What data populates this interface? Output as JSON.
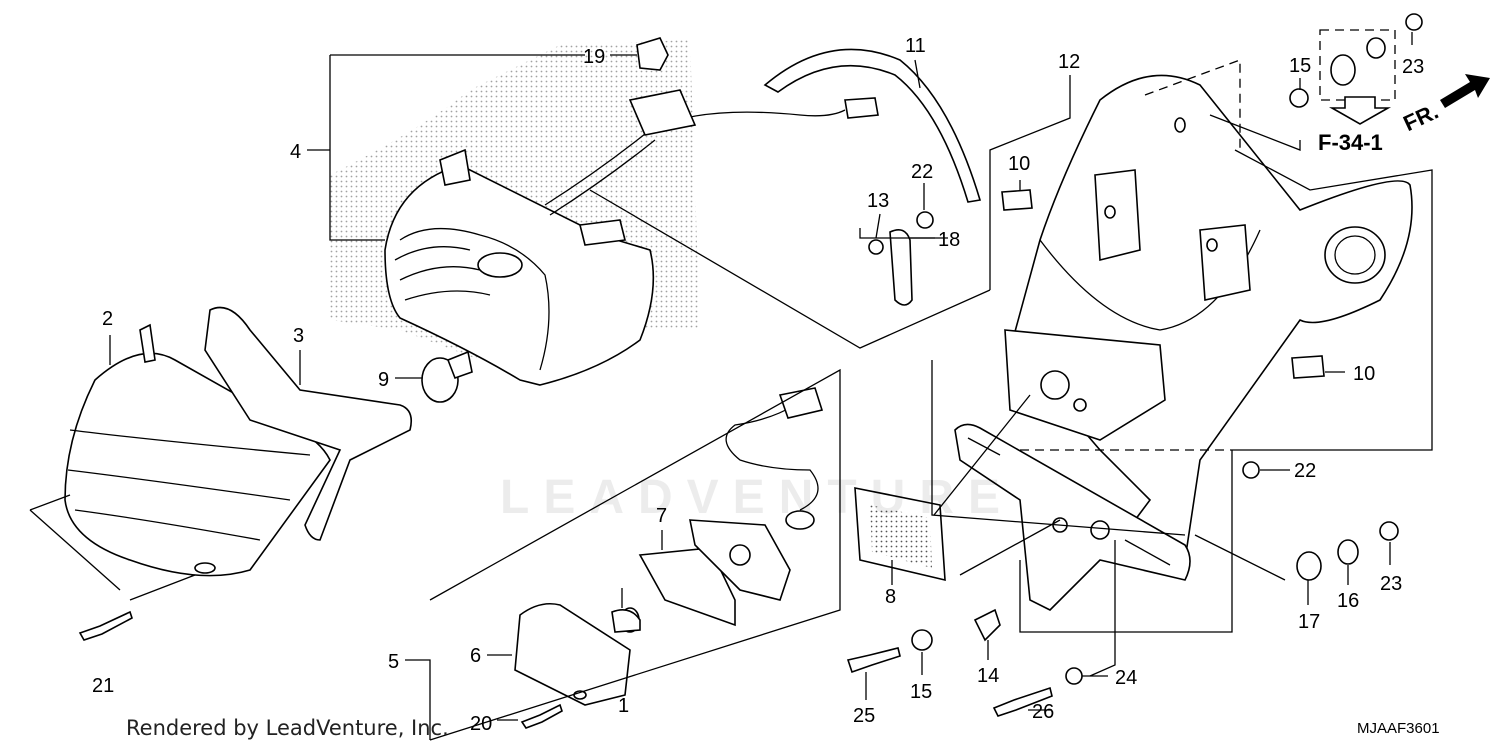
{
  "diagram": {
    "callouts": {
      "c1": "1",
      "c2": "2",
      "c3": "3",
      "c4": "4",
      "c5": "5",
      "c6": "6",
      "c7": "7",
      "c8": "8",
      "c9": "9",
      "c10a": "10",
      "c10b": "10",
      "c11": "11",
      "c12": "12",
      "c13": "13",
      "c14": "14",
      "c15a": "15",
      "c15b": "15",
      "c16": "16",
      "c17": "17",
      "c18": "18",
      "c19": "19",
      "c20": "20",
      "c21": "21",
      "c22a": "22",
      "c22b": "22",
      "c23a": "23",
      "c23b": "23",
      "c24": "24",
      "c25": "25",
      "c26": "26"
    },
    "ref_label": "F-34-1",
    "front_label": "FR.",
    "watermark": "LEADVENTURE",
    "credit": "Rendered by LeadVenture, Inc.",
    "drawing_code": "MJAAF3601"
  }
}
